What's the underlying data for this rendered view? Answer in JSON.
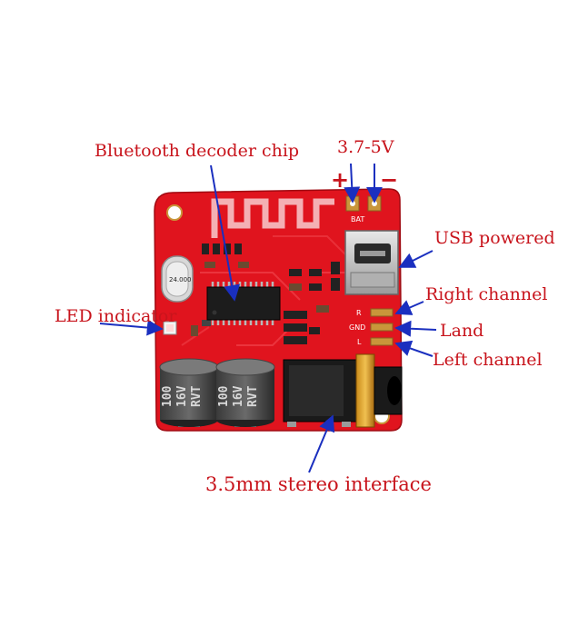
{
  "labels": {
    "bluetooth_chip": "Bluetooth decoder chip",
    "voltage": "3.7-5V",
    "plus": "+",
    "minus": "−",
    "usb": "USB powered",
    "right_channel": "Right channel",
    "land": "Land",
    "left_channel": "Left channel",
    "led": "LED indicator",
    "stereo": "3.5mm stereo interface"
  },
  "board_text": {
    "bat": "BAT",
    "pin_r": "R",
    "pin_gnd": "GND",
    "pin_l": "L",
    "crystal": "24.000",
    "cap_left": [
      "100",
      "16V",
      "RVT"
    ],
    "cap_right": [
      "100",
      "16V",
      "RVT"
    ]
  },
  "colors": {
    "board": "#e0141e",
    "label": "#c8141c",
    "arrow": "#1a2fbf",
    "copper": "#c9963a"
  }
}
